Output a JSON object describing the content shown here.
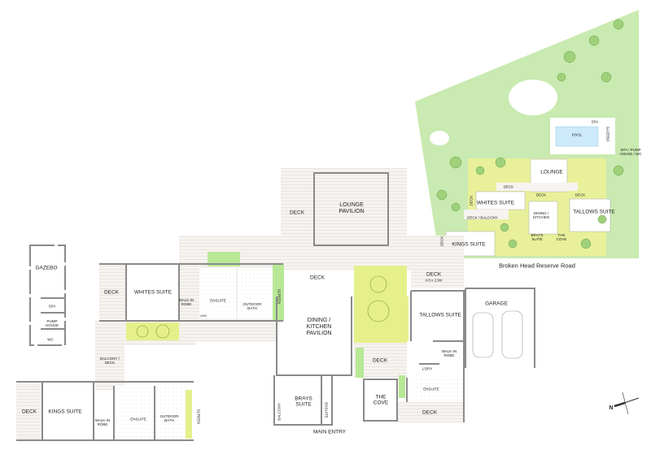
{
  "colors": {
    "lawn": "#c9eab0",
    "planting": "#e6f08a",
    "green_screen": "#b8e896",
    "deck": "#f4f1ee",
    "wall": "#8a8a8a",
    "pool": "#cdeafb"
  },
  "floor_plan": {
    "lounge_pavilion": "LOUNGE PAVILION",
    "deck_lounge": "DECK",
    "deck_main": "DECK",
    "whites_suite": "WHITES SUITE",
    "whites_deck": "DECK",
    "whites_walk_in_robe": "WALK-IN ROBE",
    "whites_ensuite": "ENSUITE",
    "whites_outdoor_bath": "OUTDOOR BATH",
    "whites_screen": "SCREEN",
    "whites_lwc": "L/WC",
    "gazebo": "GAZEBO",
    "spa": "SPA",
    "pump_house": "PUMP HOUSE",
    "wc": "WC",
    "balcony_deck": "BALCONY / DECK",
    "kings_suite": "KINGS SUITE",
    "kings_deck": "DECK",
    "kings_walk_in_robe": "WALK-IN ROBE",
    "kings_ensuite": "ENSUITE",
    "kings_outdoor_bath": "OUTDOOR BATH",
    "kings_screen": "SCREEN",
    "dining_kitchen": "DINING / KITCHEN PAVILION",
    "brays_suite": "BRAYS SUITE",
    "balcony": "BALCONY",
    "brays_ensuite": "ENSUITE",
    "main_entry": "MAIN ENTRY",
    "deck_courtyard": "DECK",
    "the_cove": "THE COVE",
    "deck_tallows": "DECK",
    "deck_tallows_size": "4.8 x 2.9m",
    "tallows_suite": "TALLOWS SUITE",
    "tallows_walk_in_robe": "WALK-IN ROBE",
    "laundry": "L'DRY",
    "tallows_ensuite": "ENSUITE",
    "deck_south": "DECK",
    "garage": "GARAGE",
    "north_label": "N"
  },
  "site_plan": {
    "pool": "POOL",
    "spa": "SPA",
    "gazebo": "GAZEBO",
    "spa_pump_wc": "SPA / PUMP HOUSE / WC",
    "lounge": "LOUNGE",
    "deck1": "DECK",
    "deck2": "DECK",
    "deck3": "DECK",
    "deck_side": "DECK",
    "whites_suite": "WHITES SUITE",
    "deck_balcony": "DECK / BALCONY",
    "dining_kitchen": "DINING / KITCHEN",
    "tallows_suite": "TALLOWS SUITE",
    "brays_suite": "BRAYS SUITE",
    "the_cove": "THE COVE",
    "kings_suite": "KINGS SUITE",
    "deck_kings": "DECK",
    "road": "Broken Head Reserve Road"
  }
}
